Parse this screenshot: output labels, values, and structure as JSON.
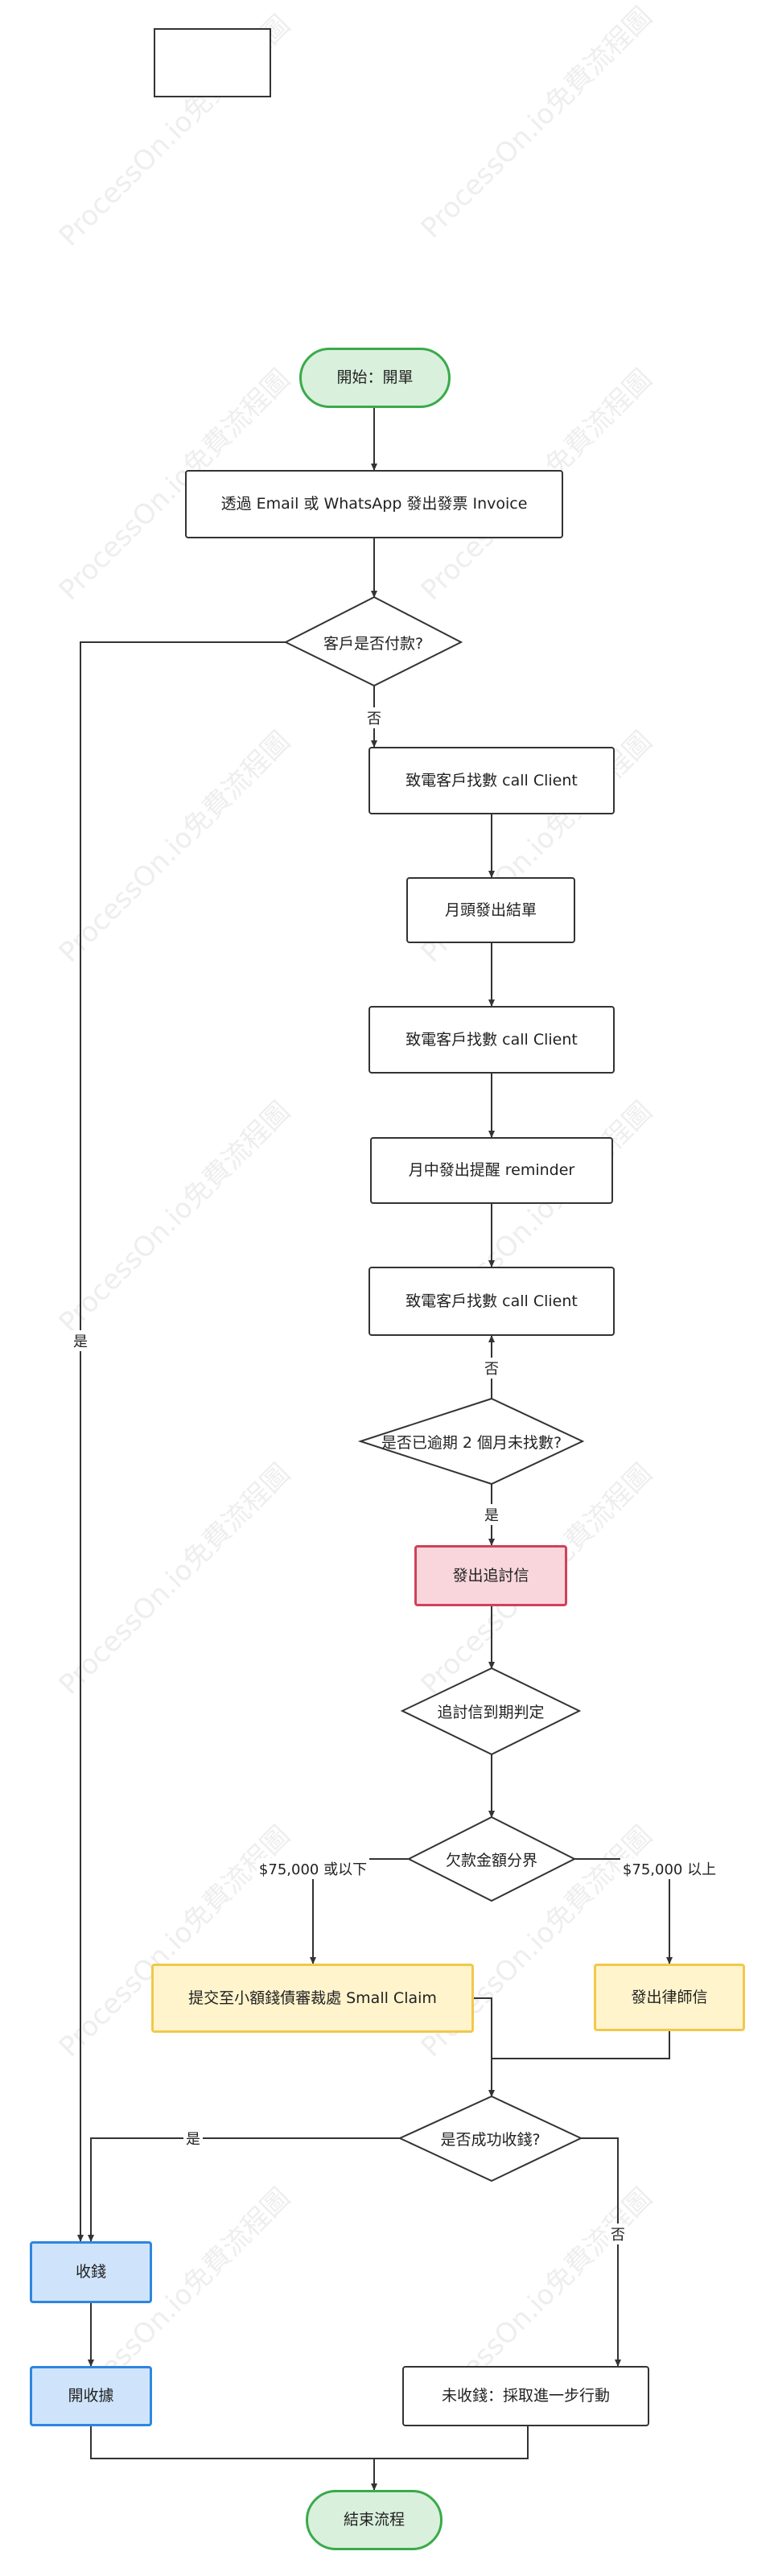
{
  "watermark": "ProcessOn.io免費流程圖",
  "nodes": {
    "start": "開始：開單",
    "send_invoice": "透過 Email 或 WhatsApp 發出發票 Invoice",
    "paid_decision": "客戶是否付款?",
    "call1": "致電客戶找數 call Client",
    "month_statement": "月頭發出結單",
    "call2": "致電客戶找數 call Client",
    "reminder": "月中發出提醒 reminder",
    "call3": "致電客戶找數 call Client",
    "overdue_decision": "是否已逾期 2 個月未找數?",
    "demand_letter": "發出追討信",
    "deadline_decision": "追討信到期判定",
    "amount_decision": "欠款金額分界",
    "small_claim": "提交至小額錢債審裁處 Small Claim",
    "lawyer_letter": "發出律師信",
    "collected_decision": "是否成功收錢?",
    "collect": "收錢",
    "receipt": "開收據",
    "no_collect": "未收錢：採取進一步行動",
    "end": "結束流程"
  },
  "edge_labels": {
    "paid_no": "否",
    "paid_yes": "是",
    "overdue_no": "否",
    "overdue_yes": "是",
    "amount_low": "$75,000 或以下",
    "amount_high": "$75,000 以上",
    "collected_yes": "是",
    "collected_no": "否"
  }
}
